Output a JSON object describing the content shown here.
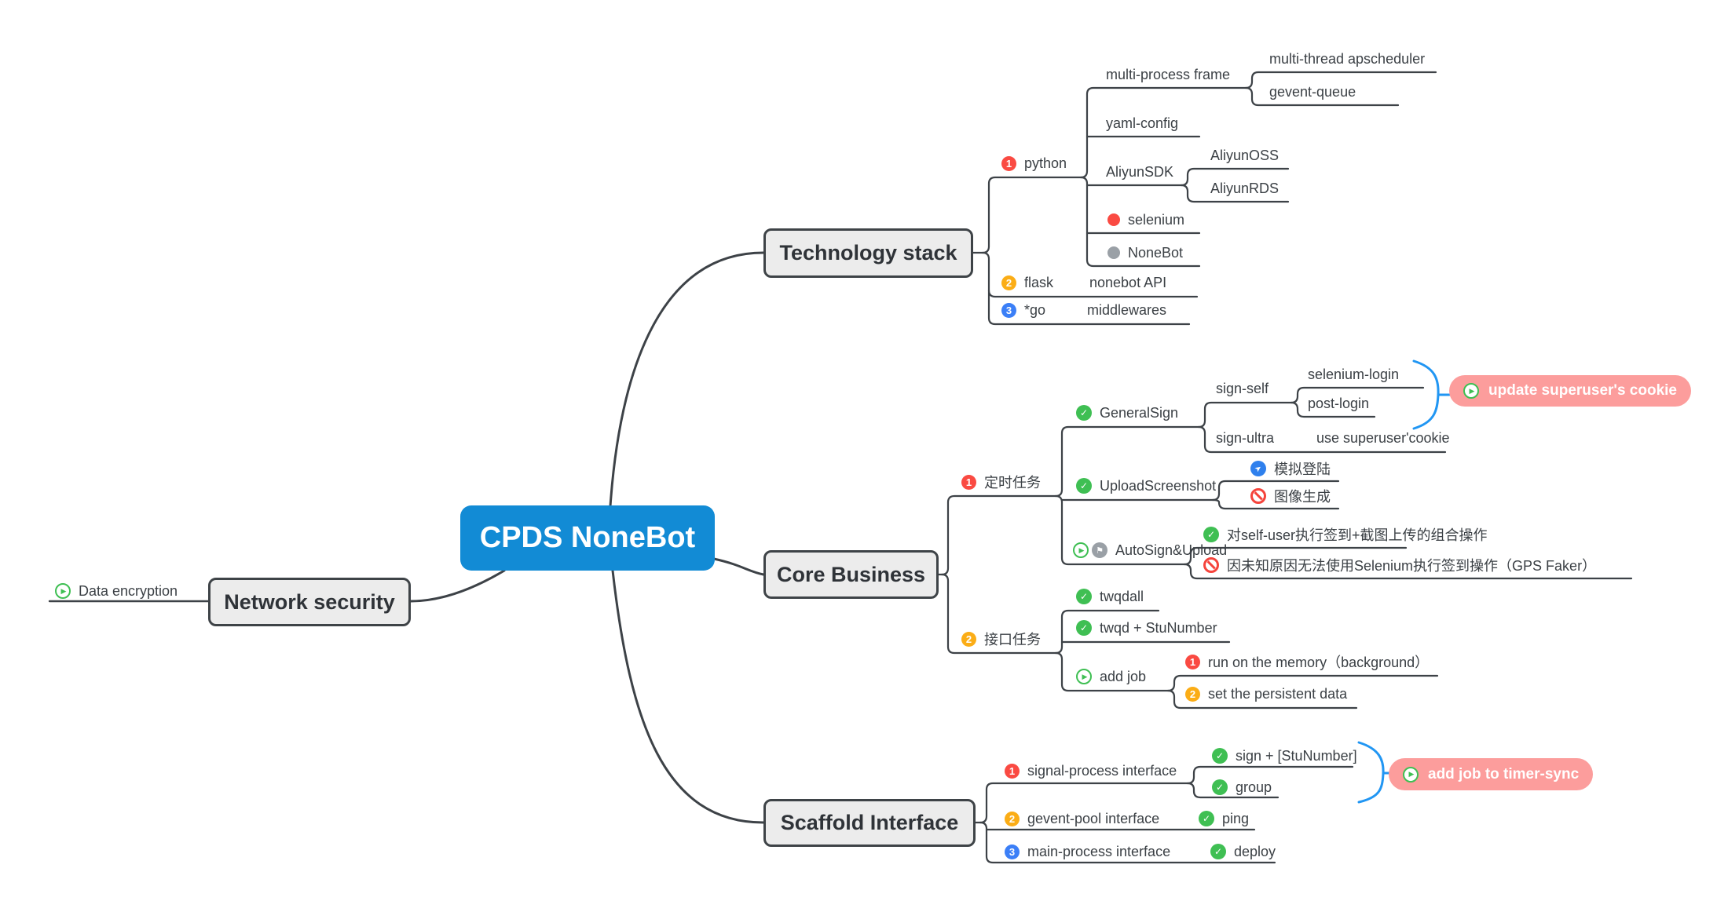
{
  "colors": {
    "central_blue": "#128bd5",
    "branch_gray": "#ececec",
    "line_dark": "#3d4247",
    "summary_pink": "#fc9d9c",
    "brace_blue": "#2196f3",
    "green": "#3fbf53",
    "badge_red": "#fa4a42",
    "badge_orange": "#fbad16",
    "badge_blue": "#3b7ff7",
    "marker_gray": "#9aa0a6",
    "plane_blue": "#2f80ed",
    "forbidden_red": "#f5443c"
  },
  "glyphs": {
    "check": "✓",
    "play": "▶",
    "flag": "⚑",
    "plane": "➤"
  },
  "map": {
    "root": "CPDS NoneBot",
    "network": {
      "title": "Network security",
      "data_encryption": "Data encryption"
    },
    "tech": {
      "title": "Technology stack",
      "python": {
        "badge": "1",
        "label": "python"
      },
      "multi_process_frame": "multi-process frame",
      "multi_thread_apscheduler": "multi-thread apscheduler",
      "gevent_queue": "gevent-queue",
      "yaml_config": "yaml-config",
      "aliyun_sdk": "AliyunSDK",
      "aliyun_oss": "AliyunOSS",
      "aliyun_rds": "AliyunRDS",
      "selenium": "selenium",
      "nonebot": "NoneBot",
      "flask": {
        "badge": "2",
        "label": "flask"
      },
      "nonebot_api": "nonebot API",
      "go": {
        "badge": "3",
        "label": "*go"
      },
      "middlewares": "middlewares"
    },
    "core": {
      "title": "Core Business",
      "timed_tasks": {
        "badge": "1",
        "label": "定时任务"
      },
      "general_sign": "GeneralSign",
      "sign_self": "sign-self",
      "selenium_login": "selenium-login",
      "post_login": "post-login",
      "update_cookie": "update superuser's cookie",
      "sign_ultra": "sign-ultra",
      "use_cookie": "use superuser'cookie",
      "upload_screenshot": "UploadScreenshot",
      "simulate_login": "模拟登陆",
      "image_generation": "图像生成",
      "auto_sign_upload": "AutoSign&Upload",
      "combo_op": "对self-user执行签到+截图上传的组合操作",
      "gps_issue": "因未知原因无法使用Selenium执行签到操作（GPS Faker）",
      "interface_tasks": {
        "badge": "2",
        "label": "接口任务"
      },
      "twqdall": "twqdall",
      "twqd_stu": "twqd + StuNumber",
      "add_job": "add job",
      "run_memory": {
        "badge": "1",
        "label": "run on the memory（background）"
      },
      "persistent": {
        "badge": "2",
        "label": "set the persistent data"
      }
    },
    "scaffold": {
      "title": "Scaffold Interface",
      "signal": {
        "badge": "1",
        "label": "signal-process interface"
      },
      "sign_stu": "sign + [StuNumber]",
      "group": "group",
      "add_job_sync": "add job to timer-sync",
      "gevent_pool": {
        "badge": "2",
        "label": "gevent-pool interface"
      },
      "ping": "ping",
      "main_process": {
        "badge": "3",
        "label": "main-process interface"
      },
      "deploy": "deploy"
    }
  }
}
